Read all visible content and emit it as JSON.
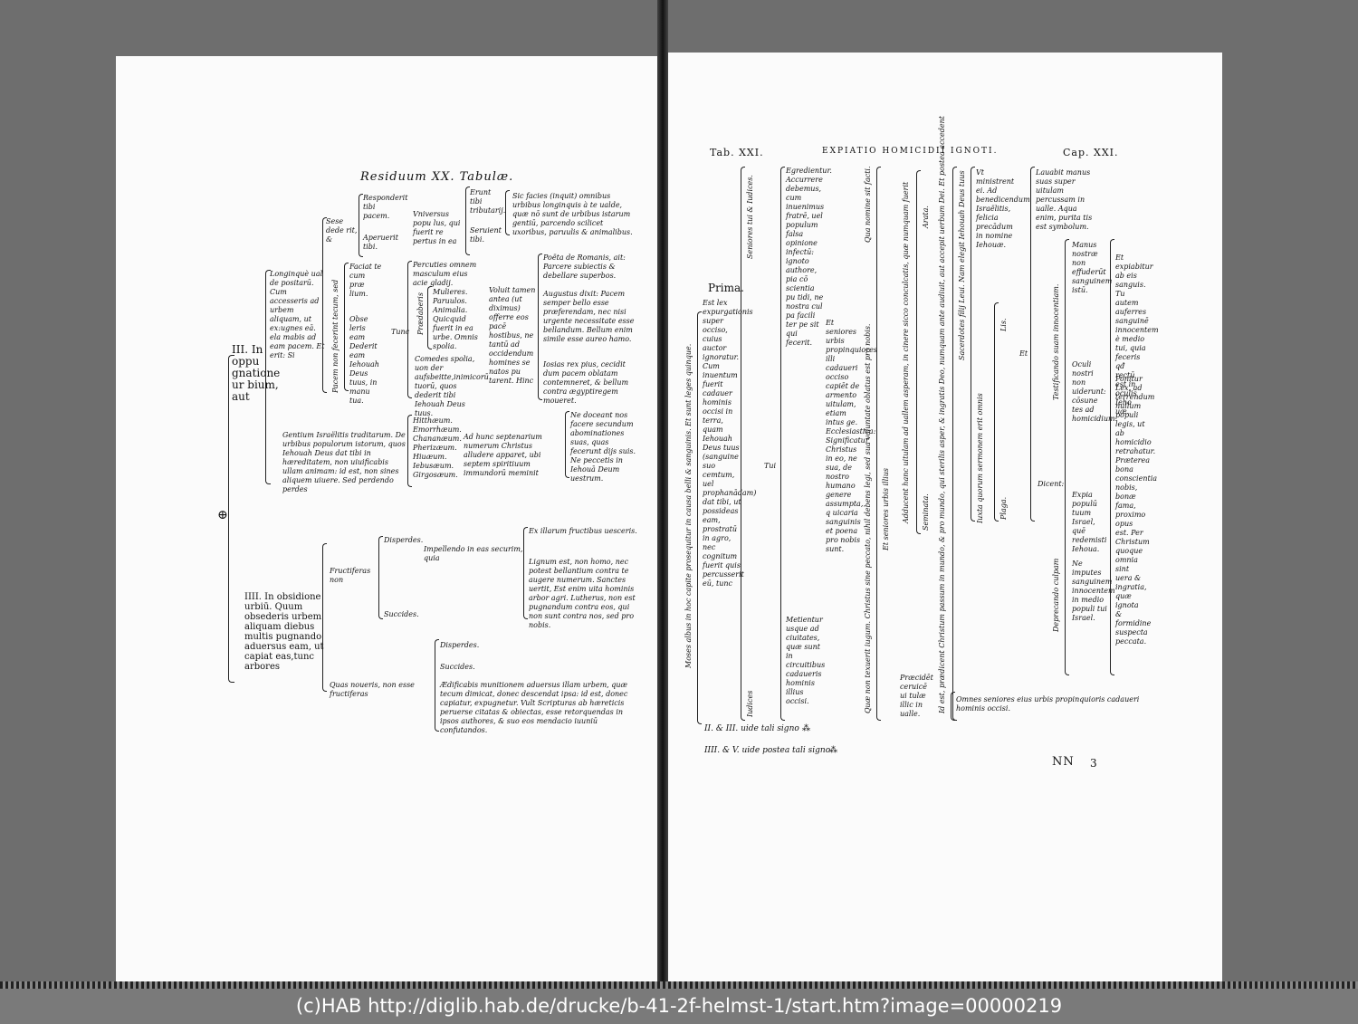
{
  "left": {
    "heading": "Residuum XX. Tabulæ.",
    "iii_label": "III. In oppu gnatione ur bium, aut",
    "iiii_label": "IIII. In obsidione urbiū. Quum obsederis urbem aliquam diebus multis pugnando aduersus eam, ut capiat eas,tunc arbores",
    "longinque": "Longinquè ual de positarū. Cum accesseris ad urbem aliquam, ut ex:ugnes eā. ela mabis ad eam pacem. Et erit: Si",
    "sese_dederit": "Sese dede rit, &",
    "responderit": "Responderit tibi pacem.",
    "aperuerit": "Aperuerit tibi.",
    "universus": "Vniversus popu lus, qui fuerit re pertus in ea",
    "erunt_tributarii": "Erunt tibi tributarij.",
    "servient": "Seruient tibi.",
    "sic_facies": "Sic facies (inquit) omnibus urbibus longinquis à te ualde, quæ nō sunt de urbibus istarum gentiū, parcendo scilicet uxoribus, paruulis & animalibus.",
    "pacem_non": "Pacem non fecerint tecum, sed",
    "faciat_tecum": "Faciat te cum præ lium.",
    "obsederis": "Obse leris eam",
    "dederit": "Dederit eam Iehouah Deus tuus, in manu tua.",
    "tunc": "Tunc",
    "percuties": "Percuties omnem masculum eius acie gladij.",
    "praedaberis": "Prædaberis",
    "praeda_items": "Mulieres. Paruulos. Animalia. Quicquid fuerit in ea urbe. Omnis spolia.",
    "comedes": "Comedes spolia, uon der aufsbeitte,inimicorū tuorū, quos dederit tibi Iehouah Deus tuus.",
    "voluit": "Voluit tamen antea (ut diximus) offerre eos pacē hostibus, ne tantū ad occidendum homines se natos pu tarent. Hinc",
    "poeta": "Poëta de Romanis, ait: Parcere subiectis & debellare superbos.",
    "augustus": "Augustus dixit: Pacem semper bello esse præferendam, nec nisi urgente necessitate esse bellandum. Bellum enim simile esse aureo hamo.",
    "iosias": "Iosias rex pius, cecidit dum pacem oblatam contemneret, & bellum contra ægyptiregem moueret.",
    "gentium": "Gentium Israëlitis traditarum. De urbibus populorum istorum, quos Iehouah Deus dat tibi in hæreditatem, non uiuificabis ullam animam: id est, non sines aliquem uiuere. Sed perdendo perdes",
    "nations": "Hitthæum. Emorrhæum. Chananæum. Pherizæum. Hiuæum. Iebusæum. Girgosæum.",
    "ad_hunc": "Ad hunc septenarium numerum Christus alludere apparet, ubi septem spiritiuum immundorū meminit",
    "ne_doceant": "Ne doceant nos facere secundum abominationes suas, quas fecerunt dijs suis.",
    "ne_peccetis": "Ne peccetis in Iehouā Deum uestrum.",
    "fructiferas": "Fructiferas non",
    "disperdes": "Disperdes.",
    "succides": "Succides.",
    "impellendo": "Impellendo in eas securim, quia",
    "ex_illarum": "Ex illarum fructibus uesceris.",
    "lignum": "Lignum est, non homo, nec potest bellantium contra te augere numerum. Sanctes uertit, Est enim uita hominis arbor agri. Lutherus, non est pugnandum contra eos, qui non sunt contra nos, sed pro nobis.",
    "quas_noveris": "Quas noueris, non esse fructiferas",
    "disperdes2": "Disperdes.",
    "succides2": "Succides.",
    "aedificabis": "Ædificabis munitionem aduersus illam urbem, quæ tecum dimicat, donec descendat ipsa: id est, donec capiatur, expugnetur. Vult Scripturas ab hæreticis peruerse citatas & obiectas, esse retorquendas in ipsos authores, & suo eos mendacio iuuniū confutandos."
  },
  "right": {
    "header_left": "Tab. XXI.",
    "header_center": "EXPIATIO HOMICIDII IGNOTI.",
    "header_right": "Cap. XXI.",
    "prima": "Prima.",
    "prima_text": "Est lex expurgationis super occiso, cuius auctor ignoratur. Cum inuentum fuerit cadauer hominis occisi in terra, quam Iehouah Deus tuus (sanguine suo cemtum, uel prophanādam) dat tibi, ut possideas eam, prostratū in agro, nec cognitum fuerit quis percusserit eū, tunc",
    "moses_vert": "Moses albus in hoc capite prosequitur in causa belli & sanguinis. Et sunt leges quinque.",
    "seniores_vert": "Seniores tui & Iudices.",
    "iudices": "Iudices",
    "tui": "Tui",
    "egredientur": "Egredientur. Accurrere debemus, cum inuenimus fratrē, uel populum falsa opinione infectū: ignoto authore, pia cō scientia pu tidi, ne nostra cul pa facili ter pe sit qui fecerit.",
    "metientur": "Metientur usque ad ciuitates, quæ sunt in circuitibus cadaueris hominis illius occisi.",
    "seniores_urbis": "Et seniores urbis propinquiores illi cadaueri occiso capiēt de armento uitulam, etiam intus ge. Ecclesiastica: Significatur Christus in eo, ne sua, de nostro humano genere assumpta, q uicaria sanguinis et poena pro nobis sunt.",
    "quae_non_vert": "Quæ non texuerit iugum. Christus sine peccato, nihil debens legi, sed sua voluntate oblatus est pro nobis.",
    "qua_non_vert": "Qua nomine sit facti.",
    "et_seniores_vert": "Et seniores urbis illius",
    "adducent_vert": "Adducent hanc uitulam ad uallem asperam, in cinere sicco conculcatis, quæ numquam fuerit",
    "arata_vert": "Arata.",
    "seminata_vert": "Seminata.",
    "praecident": "Præcidēt ceruicē ui tulæ illic in ualle.",
    "id_est_vert": "Id est, prædicent Christum passum in mundo, & pro mundo, qui sterilis asper, & ingratis Deo, numquam ante audiuit, aut accepit uerbum Dei. Et postea accedent",
    "sacerdotes_vert": "Sacerdotes filij Leui. Nam elegit Iehouah Deus tuus",
    "ut_ministrent": "Vt ministrent ei. Ad benedicendum Israëlitis, felicia precādum in nomine Iehouæ.",
    "iuxta_vert": "Iuxta quorum sermonem erit omnis",
    "lis": "Lis.",
    "plaga": "Plaga.",
    "et": "Et",
    "lauabit": "Lauabit manus suas super uitulam percussam in ualle. Aqua enim, purita tis est symbolum.",
    "testificando_vert": "Testificando suam innocentiam.",
    "deprecando_vert": "Deprecando culpam",
    "dicent": "Dicent:",
    "manus": "Manus nostræ non effuderūt sanguinem istū.",
    "oculi": "Oculi nostri non uiderunt: cōsune tes ad homicidium.",
    "expia": "Expia populū tuum Israel, quē redemisti Iehoua.",
    "ne_imputes": "Ne imputes sanguinem innocentem in medio populi tui Israel.",
    "et_expiabitur": "Et expiabitur ab eis sanguis. Tu autem auferres sanguinē innocentem è medio tui, quia feceris qđ rectū est in oculis Ieho uæ.",
    "ponitur": "Ponitur Lex, ad terrendum nullum populi legis, ut ab homicidio retrahatur. Præterea bona conscientia nobis, bonæ fama, proximo opus est. Per Christum quoque omnia sint uera & ingratia, quæ ignota & formidine suspecta peccata.",
    "omnes_seniores": "Omnes seniores eius urbis propinquioris cadaueri hominis occisi.",
    "ii_iii": "II. & III. uide tali signo",
    "iiii_v": "IIII. & V. uide postea tali signo",
    "nn": "NN",
    "nn_num": "3"
  },
  "footer": "(c)HAB http://diglib.hab.de/drucke/b-41-2f-helmst-1/start.htm?image=00000219"
}
